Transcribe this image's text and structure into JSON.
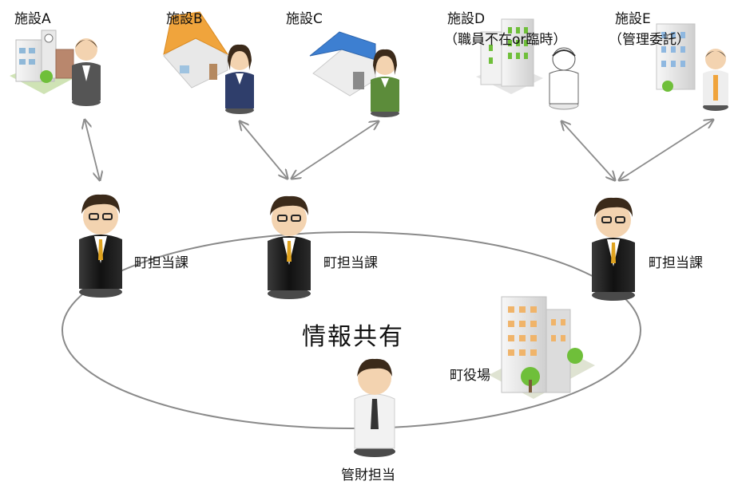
{
  "facilities": [
    {
      "name": "施設A",
      "note": ""
    },
    {
      "name": "施設B",
      "note": ""
    },
    {
      "name": "施設C",
      "note": ""
    },
    {
      "name": "施設D",
      "note": "（職員不在or臨時）"
    },
    {
      "name": "施設E",
      "note": "（管理委託）"
    }
  ],
  "staff_labels": [
    "町担当課",
    "町担当課",
    "町担当課"
  ],
  "center_label": "情報共有",
  "town_hall_label": "町役場",
  "property_manager_label": "管財担当",
  "colors": {
    "arrow": "#8c8c8c",
    "ellipse": "#8a8a8a",
    "suit": "#1f1f1f",
    "hair": "#3b2a1a",
    "skin": "#f3d3b0",
    "tie": "#e0a31f",
    "roof_orange": "#f0a43c",
    "roof_blue": "#3d7fd1",
    "tree_green": "#6fbf3a"
  }
}
